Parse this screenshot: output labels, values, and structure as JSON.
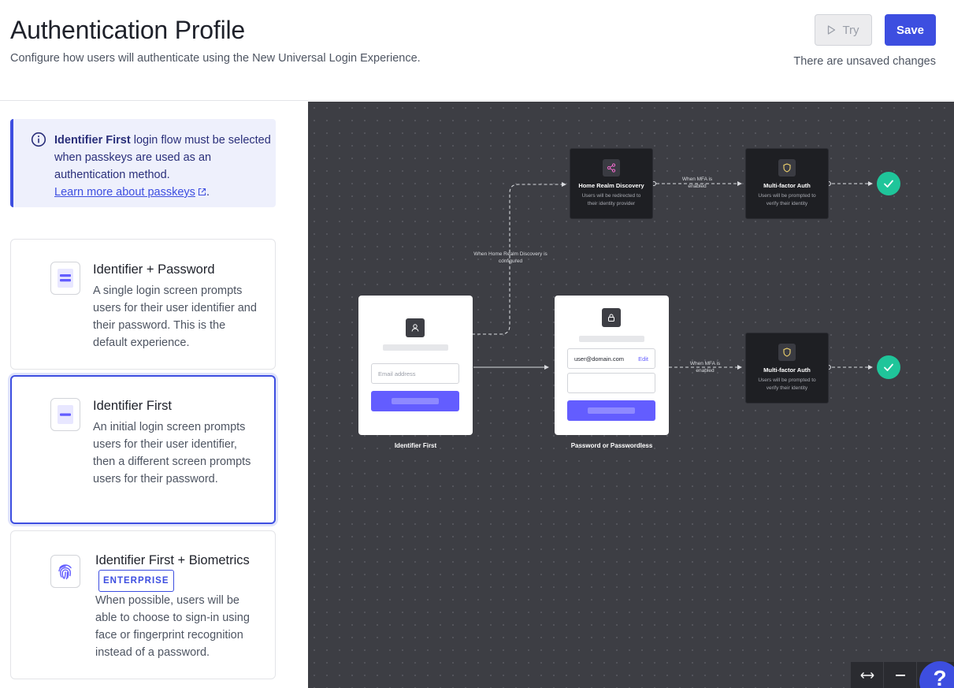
{
  "header": {
    "title": "Authentication Profile",
    "subtitle": "Configure how users will authenticate using the New Universal Login Experience.",
    "try_label": "Try",
    "save_label": "Save",
    "unsaved_text": "There are unsaved changes"
  },
  "info": {
    "bold": "Identifier First",
    "text": " login flow must be selected when passkeys are used as an authentication method.",
    "link": "Learn more about passkeys",
    "suffix": "."
  },
  "options": [
    {
      "title": "Identifier + Password",
      "description": "A single login screen prompts users for their user identifier and their password. This is the default experience.",
      "icon": "password-form-icon"
    },
    {
      "title": "Identifier First",
      "description": "An initial login screen prompts users for their user identifier, then a different screen prompts users for their password.",
      "icon": "identifier-form-icon"
    },
    {
      "title": "Identifier First + Biometrics",
      "badge": "ENTERPRISE",
      "description": "When possible, users will be able to choose to sign-in using face or fingerprint recognition instead of a password.",
      "icon": "fingerprint-icon"
    }
  ],
  "flow": {
    "home_realm": {
      "title": "Home Realm Discovery",
      "desc": "Users will be redirected to their identity provider"
    },
    "mfa": {
      "title": "Multi-factor Auth",
      "desc": "Users will be prompted to verify their identity"
    },
    "edge_mfa": "When MFA is enabled",
    "edge_hrd": "When Home Realm Discovery is configured",
    "identifier_first": {
      "label": "Identifier First",
      "placeholder": "Email address"
    },
    "password": {
      "label": "Password or Passwordless",
      "email": "user@domain.com",
      "edit": "Edit"
    }
  },
  "colors": {
    "accent": "#3d4ee0",
    "success": "#1fc59a",
    "canvas": "#3d3e44"
  }
}
